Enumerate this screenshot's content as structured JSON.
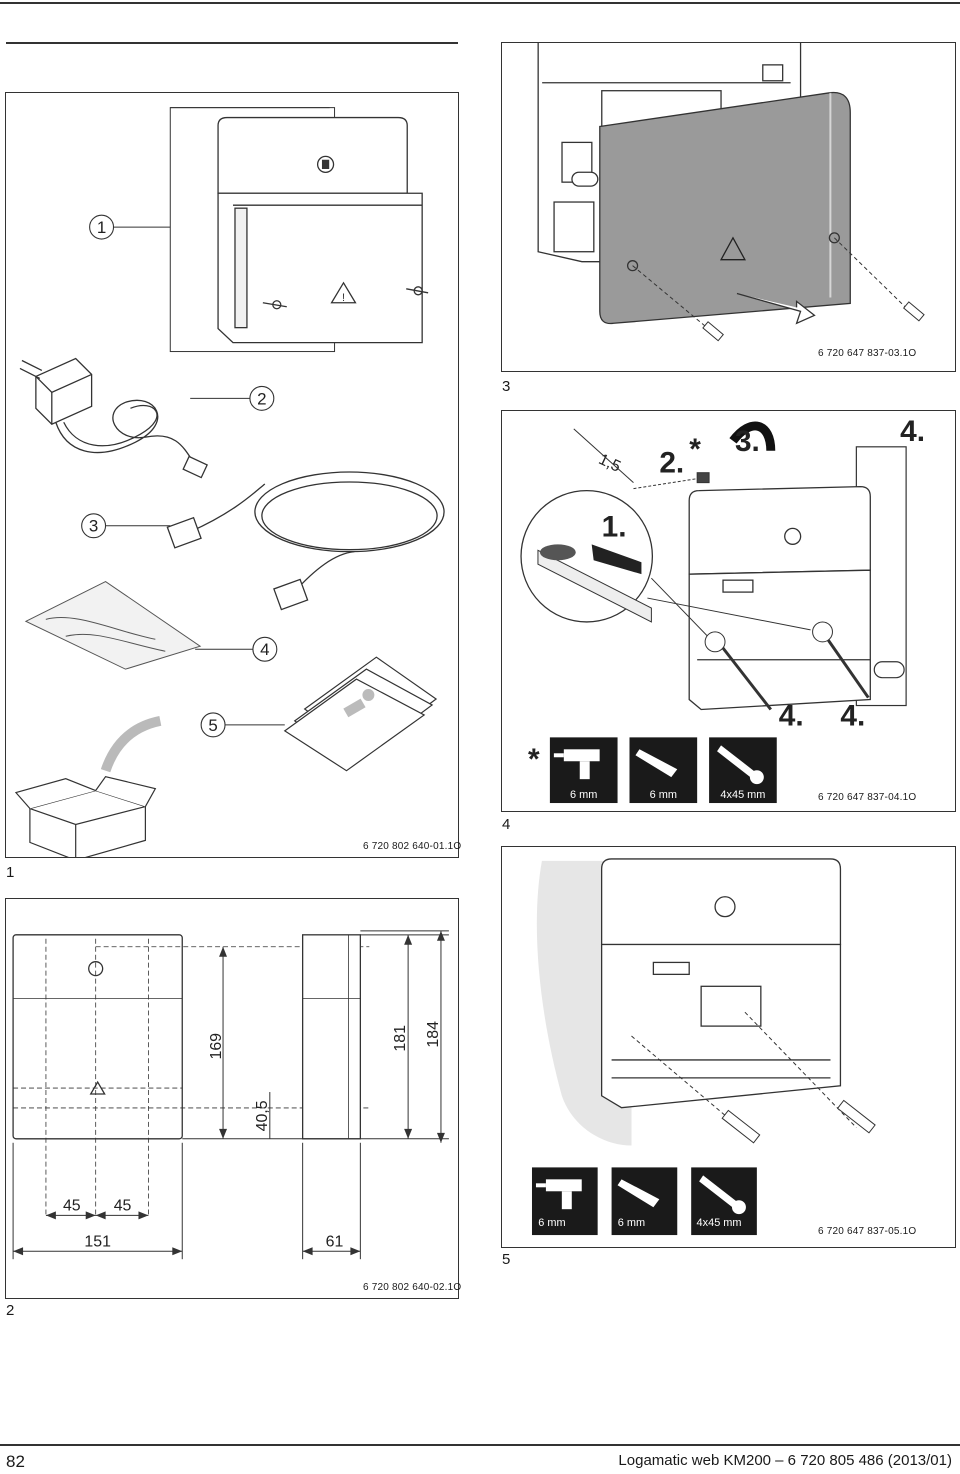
{
  "page": {
    "number": "82",
    "document_title": "Logamatic web KM200 – 6 720 805 486 (2013/01)"
  },
  "figures": [
    {
      "number": "1",
      "code": "6 720 802 640-01.1O",
      "callouts": [
        "1",
        "2",
        "3",
        "4",
        "5"
      ]
    },
    {
      "number": "2",
      "code": "6 720 802 640-02.1O",
      "dimensions": [
        "169",
        "40,5",
        "181",
        "184",
        "45",
        "45",
        "151",
        "61"
      ]
    },
    {
      "number": "3",
      "code": "6 720 647 837-03.1O"
    },
    {
      "number": "4",
      "code": "6 720 647 837-04.1O",
      "steps": [
        "1.",
        "2.",
        "*",
        "3.",
        "4.",
        "4.",
        "4.",
        "1,5"
      ],
      "asterisk": "*",
      "tools": [
        {
          "icon": "drill-icon",
          "label": "6 mm"
        },
        {
          "icon": "wall-plug-icon",
          "label": "6 mm"
        },
        {
          "icon": "screw-icon",
          "label": "4x45 mm"
        }
      ]
    },
    {
      "number": "5",
      "code": "6 720 647 837-05.1O",
      "tools": [
        {
          "icon": "drill-icon",
          "label": "6 mm"
        },
        {
          "icon": "wall-plug-icon",
          "label": "6 mm"
        },
        {
          "icon": "screw-icon",
          "label": "4x45 mm"
        }
      ]
    }
  ]
}
